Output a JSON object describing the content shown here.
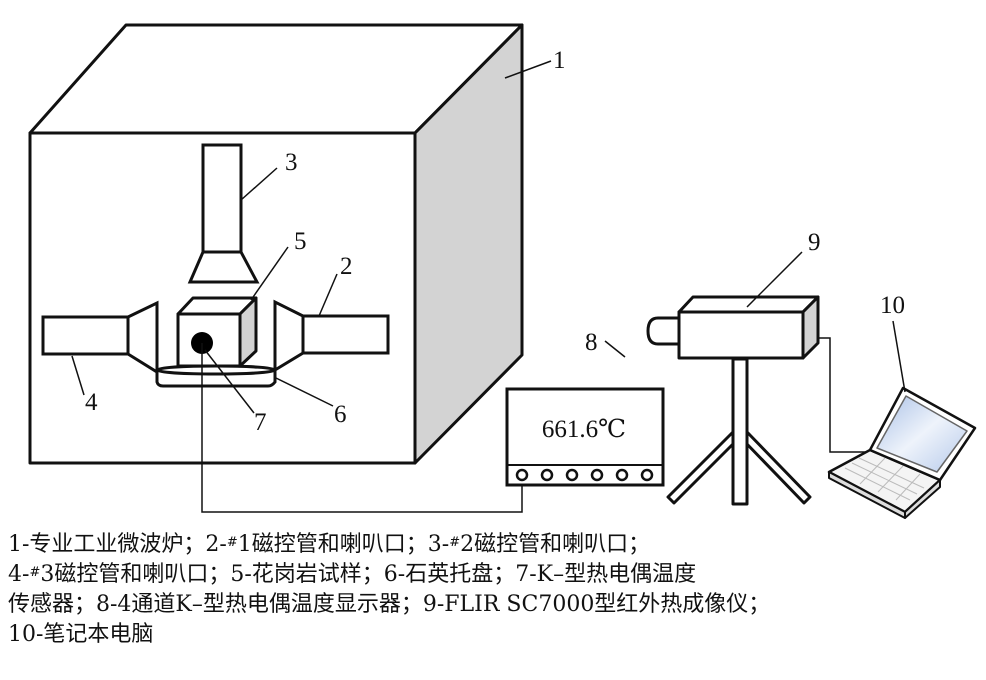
{
  "figure": {
    "labels": {
      "n1": "1",
      "n2": "2",
      "n3": "3",
      "n4": "4",
      "n5": "5",
      "n6": "6",
      "n7": "7",
      "n8": "8",
      "n9": "9",
      "n10": "10"
    },
    "display_reading": "661.6℃",
    "display_knob_count": 6,
    "colors": {
      "stroke": "#111111",
      "shaded_face": "#d3d3d3",
      "screen": "#c8d8f0"
    }
  },
  "caption": {
    "line1": "1-专业工业微波炉；2-#1磁控管和喇叭口；3-#2磁控管和喇叭口；",
    "line2": "4-#3磁控管和喇叭口；5-花岗岩试样；6-石英托盘；7-K–型热电偶温度",
    "line3": "传感器；8-4通道K–型热电偶温度显示器；9-FLIR SC7000型红外热成像仪；",
    "line4": "10-笔记本电脑"
  }
}
